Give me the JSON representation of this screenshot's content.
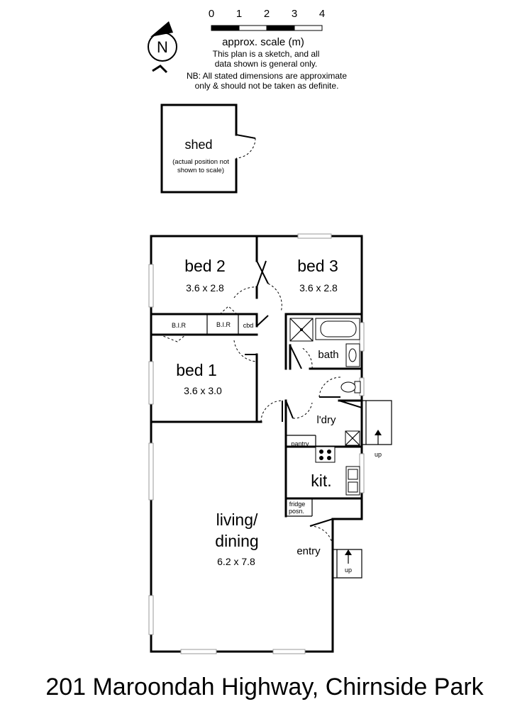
{
  "scale": {
    "ticks": [
      "0",
      "1",
      "2",
      "3",
      "4"
    ],
    "label": "approx. scale (m)"
  },
  "compass": {
    "letter": "N",
    "icon": "north-arrow-icon"
  },
  "disclaimer": {
    "line1": "This plan is a sketch, and all",
    "line2": "data shown is general only.",
    "line3": "NB: All stated dimensions are approximate",
    "line4": "only & should not be taken as definite."
  },
  "shed": {
    "name": "shed",
    "note1": "(actual position not",
    "note2": "shown to scale)"
  },
  "rooms": {
    "bed2": {
      "name": "bed 2",
      "dims": "3.6 x 2.8"
    },
    "bed3": {
      "name": "bed 3",
      "dims": "3.6 x 2.8"
    },
    "bed1": {
      "name": "bed 1",
      "dims": "3.6 x 3.0"
    },
    "bath": {
      "name": "bath"
    },
    "laundry": {
      "name": "l'dry"
    },
    "kitchen": {
      "name": "kit."
    },
    "living": {
      "name1": "living/",
      "name2": "dining",
      "dims": "6.2 x 7.8"
    },
    "entry": {
      "name": "entry"
    }
  },
  "labels": {
    "bir_left": "B.I.R",
    "bir_right": "B.I.R",
    "cbd": "cbd",
    "pantry": "pantry",
    "fridge1": "fridge",
    "fridge2": "posn.",
    "up_laundry": "up",
    "up_entry": "up"
  },
  "address": "201 Maroondah Highway, Chirnside Park"
}
